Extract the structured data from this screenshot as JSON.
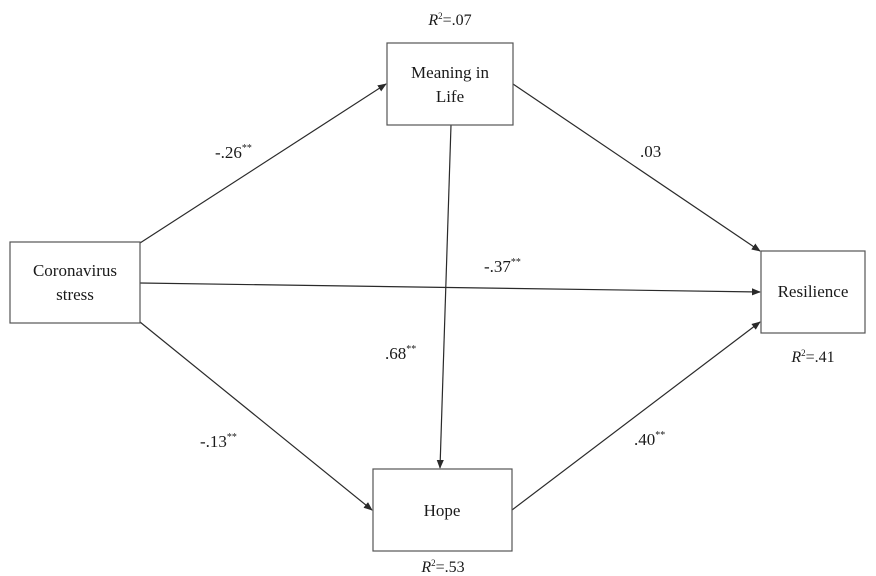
{
  "nodes": {
    "meaning": {
      "lines": [
        "Meaning in",
        "Life"
      ],
      "r2": {
        "symbol": "R",
        "sup": "2",
        "value": "=.07"
      }
    },
    "stress": {
      "lines": [
        "Coronavirus",
        "stress"
      ]
    },
    "resilience": {
      "lines": [
        "Resilience"
      ],
      "r2": {
        "symbol": "R",
        "sup": "2",
        "value": "=.41"
      }
    },
    "hope": {
      "lines": [
        "Hope"
      ],
      "r2": {
        "symbol": "R",
        "sup": "2",
        "value": "=.53"
      }
    }
  },
  "paths": {
    "stress_meaning": {
      "value": "-.26",
      "sig": "**"
    },
    "meaning_resilience": {
      "value": ".03",
      "sig": ""
    },
    "stress_resilience": {
      "value": "-.37",
      "sig": "**"
    },
    "meaning_hope": {
      "value": ".68",
      "sig": "**"
    },
    "stress_hope": {
      "value": "-.13",
      "sig": "**"
    },
    "hope_resilience": {
      "value": ".40",
      "sig": "**"
    }
  },
  "colors": {
    "line": "#2a2a2a",
    "box_border": "#555555",
    "text": "#1a1a1a",
    "background": "#ffffff"
  }
}
